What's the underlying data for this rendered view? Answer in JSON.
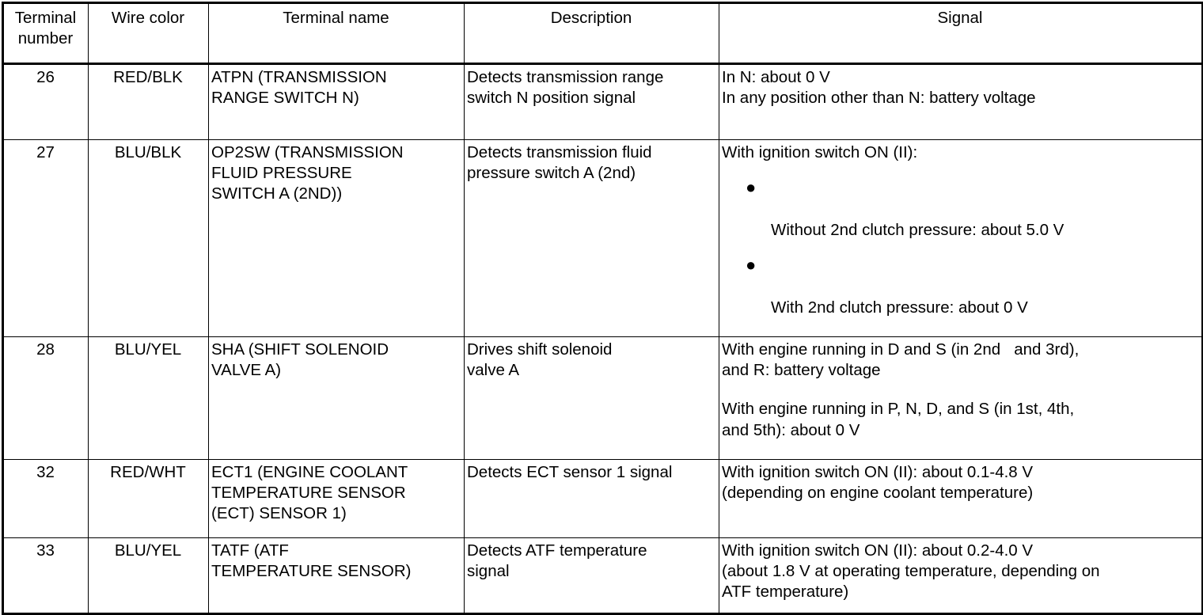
{
  "table": {
    "columns": [
      {
        "key": "terminal_number",
        "label": "Terminal\nnumber",
        "bold": true
      },
      {
        "key": "wire_color",
        "label": "Wire color",
        "bold": false
      },
      {
        "key": "terminal_name",
        "label": "Terminal name",
        "bold": false
      },
      {
        "key": "description",
        "label": "Description",
        "bold": false
      },
      {
        "key": "signal",
        "label": "Signal",
        "bold": false
      }
    ],
    "rows": [
      {
        "terminal_number": "26",
        "wire_color": "RED/BLK",
        "terminal_name_lines": [
          "ATPN (TRANSMISSION",
          "RANGE SWITCH N)"
        ],
        "description_lines": [
          "Detects transmission range",
          "switch N position signal"
        ],
        "signal_lines": [
          "In N: about 0 V",
          "In any position other than N: battery voltage"
        ]
      },
      {
        "terminal_number": "27",
        "wire_color": "BLU/BLK",
        "terminal_name_lines": [
          "OP2SW (TRANSMISSION",
          "FLUID PRESSURE",
          "SWITCH A (2ND))"
        ],
        "description_lines": [
          "Detects transmission fluid",
          "pressure switch A (2nd)"
        ],
        "signal_intro": "With ignition switch ON (II):",
        "signal_bullets": [
          "Without 2nd clutch pressure: about 5.0 V",
          "With 2nd clutch pressure: about 0 V"
        ],
        "bullet_glyph": "●"
      },
      {
        "terminal_number": "28",
        "wire_color": "BLU/YEL",
        "terminal_name_lines": [
          "SHA (SHIFT SOLENOID",
          "VALVE A)"
        ],
        "description_lines": [
          "Drives shift solenoid",
          "valve A"
        ],
        "signal_lines": [
          "With engine running in D and S (in 2nd   and 3rd),",
          "and R: battery voltage",
          "With engine running in P, N, D, and S (in 1st, 4th,",
          "and 5th): about 0 V"
        ],
        "signal_gap_before_index": 2
      },
      {
        "terminal_number": "32",
        "wire_color": "RED/WHT",
        "terminal_name_lines": [
          "ECT1 (ENGINE COOLANT",
          "TEMPERATURE SENSOR",
          "(ECT) SENSOR 1)"
        ],
        "description_lines": [
          "Detects ECT sensor 1 signal"
        ],
        "signal_lines": [
          "With ignition switch ON (II): about 0.1-4.8 V",
          "(depending on engine coolant temperature)"
        ]
      },
      {
        "terminal_number": "33",
        "wire_color": "BLU/YEL",
        "terminal_name_lines": [
          "TATF (ATF",
          "TEMPERATURE SENSOR)"
        ],
        "description_lines": [
          "Detects ATF temperature",
          "signal"
        ],
        "signal_lines": [
          "With ignition switch ON (II): about 0.2-4.0 V",
          "(about 1.8 V at operating temperature, depending on",
          "ATF temperature)"
        ]
      }
    ]
  },
  "style": {
    "text_color": "#000000",
    "background_color": "#ffffff",
    "border_color": "#000000"
  }
}
